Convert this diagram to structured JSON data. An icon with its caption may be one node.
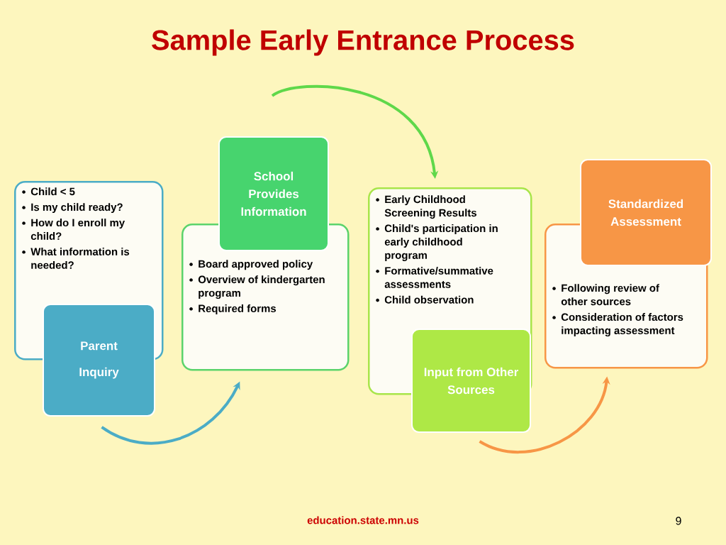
{
  "diagram": {
    "title": "Sample Early Entrance Process",
    "nodes": [
      {
        "text": [
          "Child < 5",
          "Is my child ready?",
          "How do I enroll my child?",
          "What information is needed?"
        ]
      },
      {
        "text": [
          "Parent Inquiry"
        ]
      },
      {
        "text": [
          "School Provides Information"
        ]
      },
      {
        "text": [
          "Board approved policy",
          "Overview of kindergarten program",
          "Required forms"
        ]
      },
      {
        "text": [
          "Early Childhood Screening Results",
          "Child's participation in early childhood program",
          "Formative/summative assessments",
          "Child observation"
        ]
      },
      {
        "text": [
          "Input from Other Sources"
        ]
      },
      {
        "text": [
          "Standardized Assessment"
        ]
      },
      {
        "text": [
          "Following review of other sources",
          "Consideration of factors impacting assessment"
        ]
      }
    ],
    "edges": [
      {
        "from": 1,
        "to": 3,
        "arrow": "to",
        "color": "#4bacc6"
      },
      {
        "from": 2,
        "to": 4,
        "arrow": "to",
        "color": "#5fd84a"
      },
      {
        "from": 5,
        "to": 7,
        "arrow": "to",
        "color": "#f79646"
      }
    ],
    "labels": [
      "education.state.mn.us",
      "9"
    ]
  }
}
